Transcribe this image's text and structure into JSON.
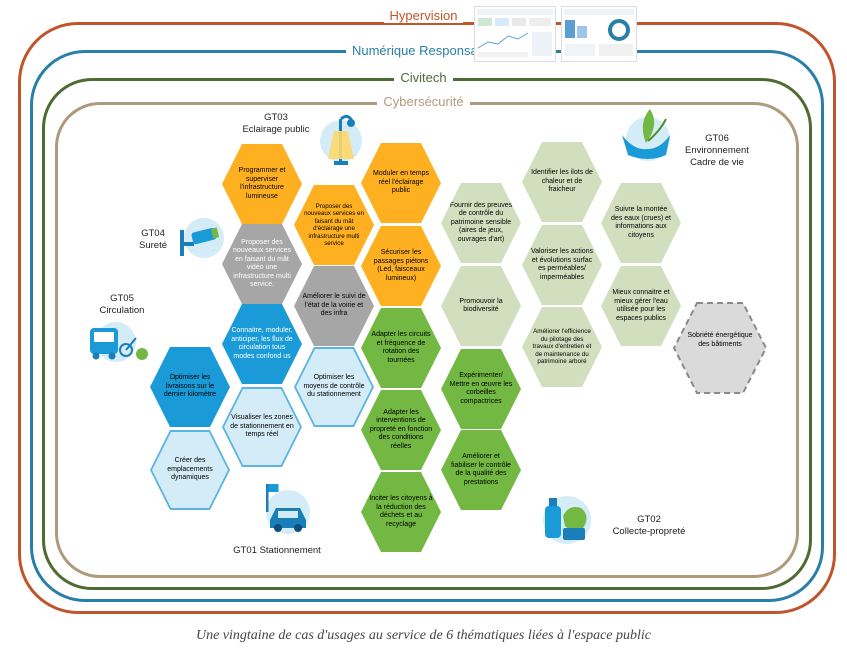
{
  "rings": [
    {
      "label": "Hypervision",
      "color": "#c0552b"
    },
    {
      "label": "Numérique Responsable",
      "color": "#2a7fa8"
    },
    {
      "label": "Civitech",
      "color": "#4f6b34"
    },
    {
      "label": "Cybersécurité",
      "color": "#b09a7c"
    }
  ],
  "groups": {
    "gt03": {
      "code": "GT03",
      "name": "Eclairage public"
    },
    "gt04": {
      "code": "GT04",
      "name": "Sureté"
    },
    "gt05": {
      "code": "GT05",
      "name": "Circulation"
    },
    "gt06": {
      "code": "GT06",
      "name": "Environnement",
      "name2": "Cadre de vie"
    },
    "gt01": {
      "code": "GT01",
      "name": "Stationnement"
    },
    "gt02": {
      "code": "GT02",
      "name": "Collecte-propreté"
    }
  },
  "colors": {
    "orange": "#ffb020",
    "gray": "#a6a6a6",
    "blue": "#1a9bd7",
    "lightblue": "#d4ecf7",
    "green": "#72b843",
    "sage": "#d2dfbf",
    "dashed": "#dadada"
  },
  "cells": [
    {
      "text": "Programmer et superviser l'infrastructure lumineuse",
      "color": "orange"
    },
    {
      "text": "Moduler en temps réel l'éclairage public",
      "color": "orange"
    },
    {
      "text": "Proposer des nouveaux services en faisant du mât d'éclairage une infrastructure multi service",
      "color": "orange"
    },
    {
      "text": "Sécuriser les passages piétons (Led, faisceaux lumineux)",
      "color": "orange"
    },
    {
      "text": "Proposer des nouveaux services en faisant du mât vidéo une infrastructure multi service.",
      "color": "gray"
    },
    {
      "text": "Améliorer le suivi de l'état de la voirie et des infra",
      "color": "gray"
    },
    {
      "text": "Connaitre, moduler, anticiper, les flux de circulation tous modes confond us",
      "color": "blue"
    },
    {
      "text": "Optimiser les livraisons sur le dernier kilomètre",
      "color": "blue"
    },
    {
      "text": "Optimiser les moyens de contrôle du stationnement",
      "color": "lightblue"
    },
    {
      "text": "Visualiser les zones de stationnement en temps réel",
      "color": "lightblue"
    },
    {
      "text": "Créer des emplacements dynamiques",
      "color": "lightblue"
    },
    {
      "text": "Adapter les circuits et fréquence de rotation des tournées",
      "color": "green"
    },
    {
      "text": "Adapter les interventions de propreté en fonction des conditions réelles",
      "color": "green"
    },
    {
      "text": "Inciter les citoyens à la réduction des déchets et au recyclage",
      "color": "green"
    },
    {
      "text": "Expérimenter/ Mettre en œuvre les corbeilles compactrices",
      "color": "green"
    },
    {
      "text": "Améliorer et fiabiliser le contrôle de la qualité des prestations",
      "color": "green"
    },
    {
      "text": "Fournir des preuves de contrôle du patrimoine sensible (aires de jeux, ouvrages d'art)",
      "color": "sage"
    },
    {
      "text": "Promouvoir la biodiversité",
      "color": "sage"
    },
    {
      "text": "Identifier les ilots de chaleur et de fraicheur",
      "color": "sage"
    },
    {
      "text": "Valoriser les actions et évolutions surfac es perméables/ imperméables",
      "color": "sage"
    },
    {
      "text": "Améliorer l'efficience du pilotage des travaux d'entretien et de maintenance du patrimoine arboré",
      "color": "sage"
    },
    {
      "text": "Suivre la montée des eaux (crues) et informations aux citoyens",
      "color": "sage"
    },
    {
      "text": "Mieux connaitre et mieux gérer l'eau utilisée pour les espaces publics",
      "color": "sage"
    },
    {
      "text": "Sobriété énergétique des bâtiments",
      "color": "dashed"
    }
  ],
  "caption": "Une vingtaine de cas d'usages au service de 6 thématiques liées à l'espace public"
}
